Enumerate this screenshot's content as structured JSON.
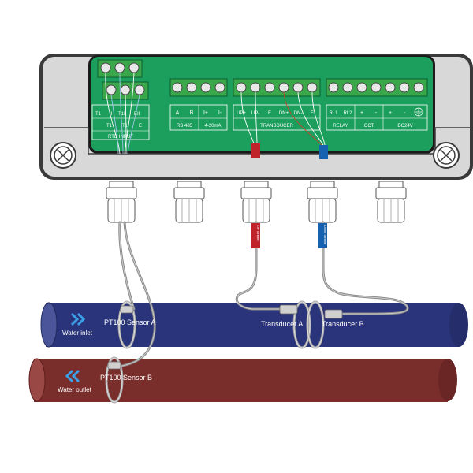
{
  "device": {
    "terminal_labels": {
      "rtd_top": [
        "T1",
        "II",
        "T1II",
        "EII"
      ],
      "rtd_bottom": [
        "T1",
        "T1",
        "E"
      ],
      "rs485": [
        "A",
        "B"
      ],
      "ma": [
        "I+",
        "I-"
      ],
      "transducer": [
        "UP+",
        "UP-",
        "E",
        "DN+",
        "DN-",
        "E"
      ],
      "relay": [
        "RL1",
        "RL2"
      ],
      "oct": [
        "+",
        "-"
      ],
      "dc": [
        "+",
        "-"
      ]
    },
    "groups": {
      "rtd": "RTD INPUT",
      "rs485": "RS 485",
      "ma": "4-20mA",
      "transducer": "TRANSDUCER",
      "relay": "RELAY",
      "oct": "OCT",
      "dc": "DC24V"
    },
    "cable_tags": {
      "up": "UP Stream",
      "down": "Down Stream"
    }
  },
  "pipes": {
    "inlet_label": "Water inlet",
    "outlet_label": "Water outlet",
    "inlet_color": "#2a347a",
    "outlet_color": "#7a2e2b"
  },
  "sensors": {
    "pt100_a": "PT100 Sensor A",
    "pt100_b": "PT100 Sensor B",
    "transducer_a": "Transducer A",
    "transducer_b": "Transducer B"
  },
  "colors": {
    "board": "#1c9e5d",
    "terminal": "#3aa84a",
    "red_wire": "#c0232a",
    "blue_wire": "#1662b0"
  }
}
